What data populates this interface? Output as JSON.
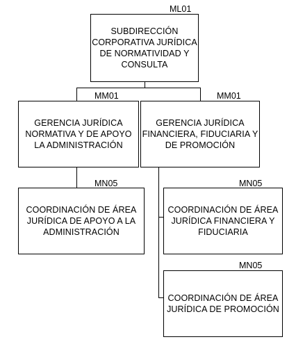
{
  "nodes": {
    "root": {
      "code": "ML01",
      "text": "SUBDIRECCIÓN\nCORPORATIVA JURÍDICA\nDE NORMATIVIDAD Y\nCONSULTA"
    },
    "gerencia_normativa": {
      "code": "MM01",
      "text": "GERENCIA JURÍDICA\nNORMATIVA Y DE APOYO\nLA ADMINISTRACIÓN"
    },
    "gerencia_financiera": {
      "code": "MM01",
      "text": "GERENCIA JURÍDICA\nFINANCIERA, FIDUCIARIA Y\nDE PROMOCIÓN"
    },
    "coord_apoyo": {
      "code": "MN05",
      "text": "COORDINACIÓN DE ÁREA\nJURÍDICA DE APOYO A LA\nADMINISTRACIÓN"
    },
    "coord_financiera": {
      "code": "MN05",
      "text": "COORDINACIÓN DE ÁREA\nJURÍDICA FINANCIERA Y\nFIDUCIARIA"
    },
    "coord_promocion": {
      "code": "MN05",
      "text": "COORDINACIÓN DE ÁREA\nJURÍDICA DE PROMOCIÓN"
    }
  }
}
